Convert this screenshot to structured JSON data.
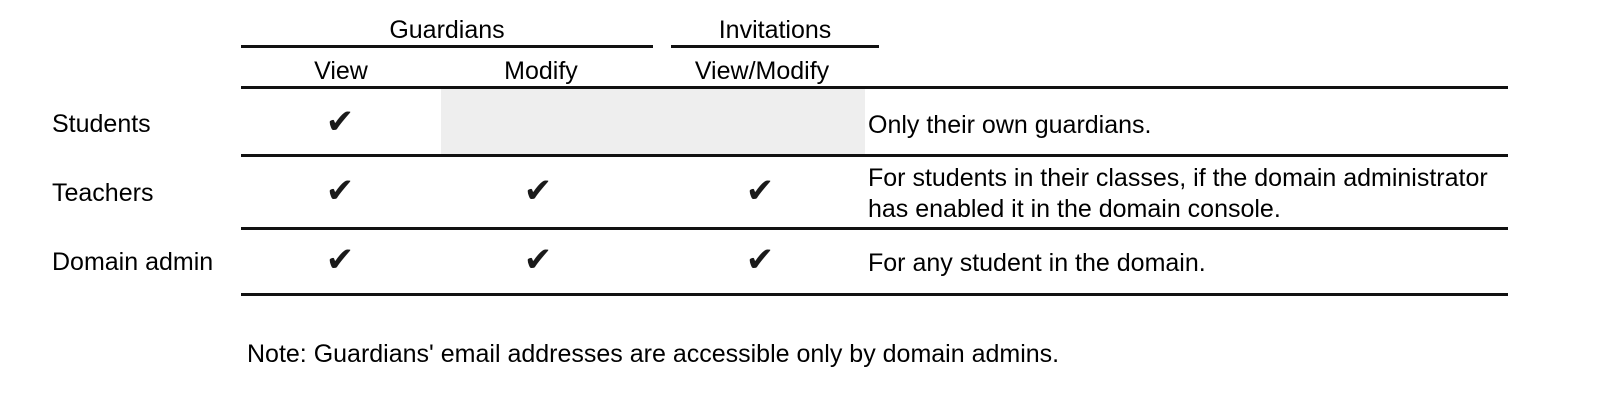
{
  "table": {
    "column_groups": [
      {
        "label": "Guardians",
        "span": 2
      },
      {
        "label": "Invitations",
        "span": 1
      }
    ],
    "columns": [
      {
        "label": ""
      },
      {
        "label": "View"
      },
      {
        "label": "Modify"
      },
      {
        "label": "View/Modify"
      },
      {
        "label": ""
      }
    ],
    "rows": [
      {
        "label": "Students",
        "guardians_view": "✔",
        "guardians_modify": "",
        "guardians_modify_state": "disabled",
        "invitations_view_modify": "",
        "note": "Only their own guardians."
      },
      {
        "label": "Teachers",
        "guardians_view": "✔",
        "guardians_modify": "✔",
        "guardians_modify_state": "enabled",
        "invitations_view_modify": "✔",
        "note": "For students in their classes, if the domain administrator has enabled it in the domain console."
      },
      {
        "label": "Domain admin",
        "guardians_view": "✔",
        "guardians_modify": "✔",
        "guardians_modify_state": "enabled",
        "invitations_view_modify": "✔",
        "note": "For any student in the domain."
      }
    ]
  },
  "footnote": "Note: Guardians' email addresses are accessible only by domain admins.",
  "colors": {
    "text": "#000000",
    "rule": "#111111",
    "shaded_cell": "#eeeeee",
    "background": "#ffffff"
  }
}
